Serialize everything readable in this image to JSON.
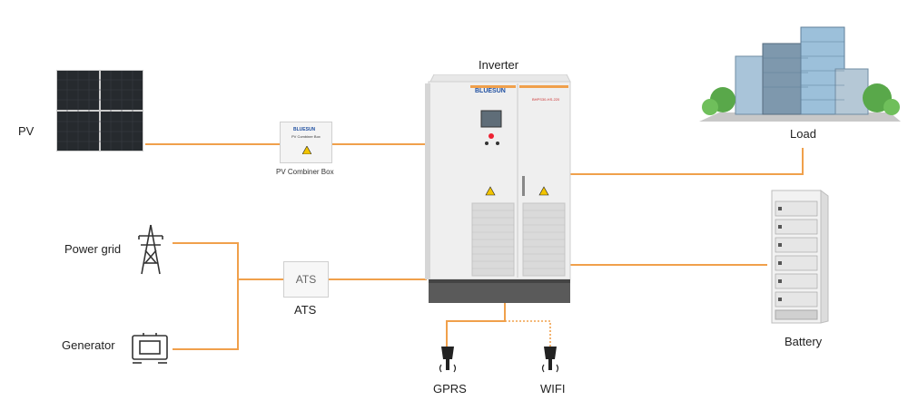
{
  "labels": {
    "pv": "PV",
    "inverter": "Inverter",
    "load": "Load",
    "battery": "Battery",
    "power_grid": "Power grid",
    "generator": "Generator",
    "ats_box": "ATS",
    "ats": "ATS",
    "pv_combiner_box": "PV Combiner Box",
    "gprs": "GPRS",
    "wifi": "WIFI"
  },
  "inverter_panel": {
    "brand": "BLUESUN",
    "model": "BHPS30-HS-220"
  },
  "combiner_panel": {
    "brand": "BLUESUN",
    "title": "PV Combiner Box"
  },
  "colors": {
    "wire": "#f0a04b",
    "label": "#222222",
    "cabinet": "#eeeeee"
  }
}
